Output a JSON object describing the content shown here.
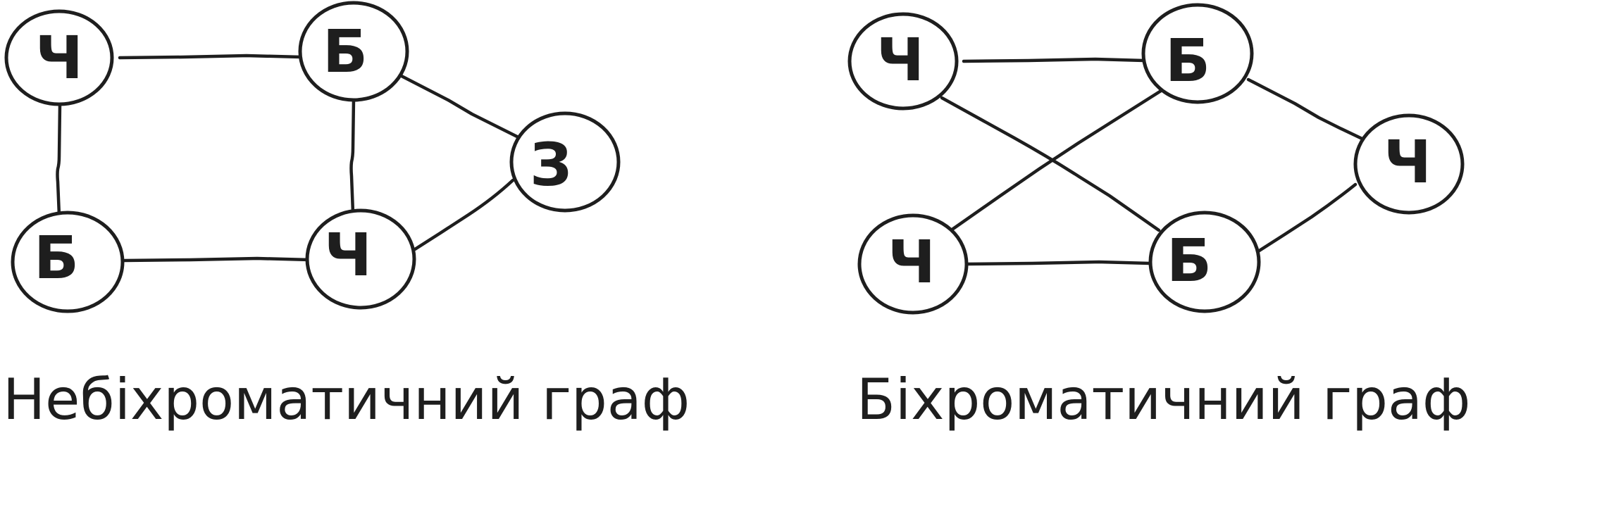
{
  "graphs": [
    {
      "caption": "Небіхроматичний граф",
      "nodes": [
        {
          "id": "a1",
          "label": "Ч"
        },
        {
          "id": "a2",
          "label": "Б"
        },
        {
          "id": "a3",
          "label": "З"
        },
        {
          "id": "a4",
          "label": "Б"
        },
        {
          "id": "a5",
          "label": "Ч"
        }
      ],
      "edges": [
        [
          "a1",
          "a2"
        ],
        [
          "a1",
          "a4"
        ],
        [
          "a2",
          "a5"
        ],
        [
          "a2",
          "a3"
        ],
        [
          "a4",
          "a5"
        ],
        [
          "a5",
          "a3"
        ]
      ]
    },
    {
      "caption": "Біхроматичний граф",
      "nodes": [
        {
          "id": "b1",
          "label": "Ч"
        },
        {
          "id": "b2",
          "label": "Б"
        },
        {
          "id": "b3",
          "label": "Ч"
        },
        {
          "id": "b4",
          "label": "Ч"
        },
        {
          "id": "b5",
          "label": "Б"
        }
      ],
      "edges": [
        [
          "b1",
          "b2"
        ],
        [
          "b1",
          "b5"
        ],
        [
          "b4",
          "b2"
        ],
        [
          "b4",
          "b5"
        ],
        [
          "b2",
          "b3"
        ],
        [
          "b5",
          "b3"
        ]
      ]
    }
  ]
}
